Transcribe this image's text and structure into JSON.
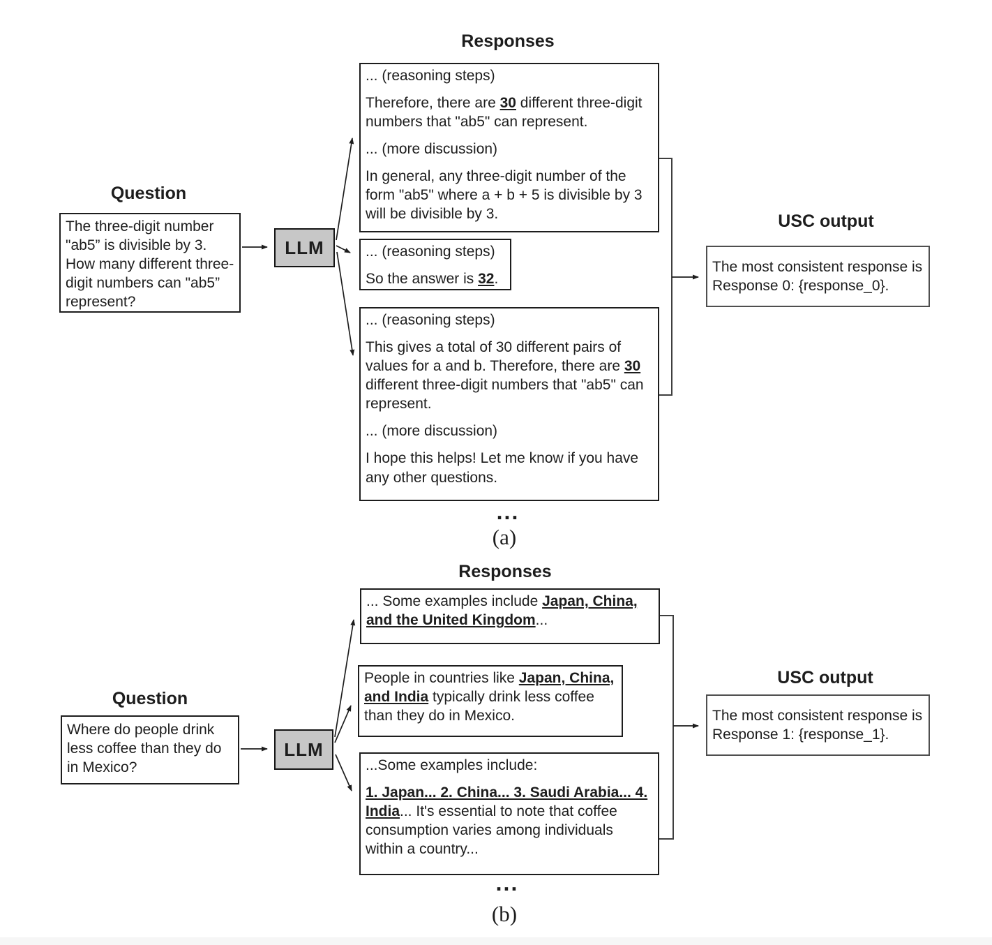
{
  "colors": {
    "llm_fill": "#c7c7c7",
    "box_border": "#1d1d1d",
    "usc_border": "#4f4f4f",
    "arrow": "#1d1d1d",
    "bracket": "#3f3f3f",
    "footer_strip": "#f6f6f6",
    "bg": "#ffffff"
  },
  "figure_a": {
    "caption": "(a)",
    "responses_title": "Responses",
    "question_title": "Question",
    "usc_title": "USC output",
    "llm_label": "LLM",
    "question_text": "The three-digit number \"ab5” is divisible by 3. How many different three-digit numbers can \"ab5” represent?",
    "usc_output_text": "The most consistent response is Response 0: {response_0}.",
    "more_responses_ellipsis": "...",
    "response_1": {
      "paragraphs": [
        [
          {
            "t": "... (reasoning steps)"
          }
        ],
        [
          {
            "t": "Therefore, there are "
          },
          {
            "t": "30",
            "b": true
          },
          {
            "t": " different three-digit numbers that \"ab5\" can represent."
          }
        ],
        [
          {
            "t": "... (more discussion)"
          }
        ],
        [
          {
            "t": "In general, any three-digit number of the form \"ab5\" where a + b + 5 is divisible by 3 will be divisible by 3."
          }
        ]
      ]
    },
    "response_2": {
      "paragraphs": [
        [
          {
            "t": "... (reasoning steps)"
          }
        ],
        [
          {
            "t": "So the answer is "
          },
          {
            "t": "32",
            "b": true
          },
          {
            "t": "."
          }
        ]
      ]
    },
    "response_3": {
      "paragraphs": [
        [
          {
            "t": "... (reasoning steps)"
          }
        ],
        [
          {
            "t": "This gives a total of 30 different pairs of values for a and b. Therefore, there are "
          },
          {
            "t": "30",
            "b": true
          },
          {
            "t": " different three-digit numbers that \"ab5\" can represent."
          }
        ],
        [
          {
            "t": "... (more discussion)"
          }
        ],
        [
          {
            "t": "I hope this helps! Let me know if you have any other questions."
          }
        ]
      ]
    }
  },
  "figure_b": {
    "caption": "(b)",
    "responses_title": "Responses",
    "question_title": "Question",
    "usc_title": "USC output",
    "llm_label": "LLM",
    "question_text": "Where do people drink less coffee than they do in Mexico?",
    "usc_output_text": "The most consistent response is Response 1: {response_1}.",
    "more_responses_ellipsis": "...",
    "response_1": {
      "paragraphs": [
        [
          {
            "t": "... Some examples include "
          },
          {
            "t": "Japan, China, and the United Kingdom",
            "b": true
          },
          {
            "t": "..."
          }
        ]
      ]
    },
    "response_2": {
      "paragraphs": [
        [
          {
            "t": "People in countries like "
          },
          {
            "t": "Japan, China, and India",
            "b": true
          },
          {
            "t": " typically drink less coffee than they do in Mexico."
          }
        ]
      ]
    },
    "response_3": {
      "paragraphs": [
        [
          {
            "t": "...Some examples include:"
          }
        ],
        [
          {
            "t": "1. Japan... 2. China... 3. Saudi Arabia... 4. India",
            "b": true
          },
          {
            "t": "... It's essential to note that coffee consumption varies among individuals within a country..."
          }
        ]
      ]
    }
  }
}
